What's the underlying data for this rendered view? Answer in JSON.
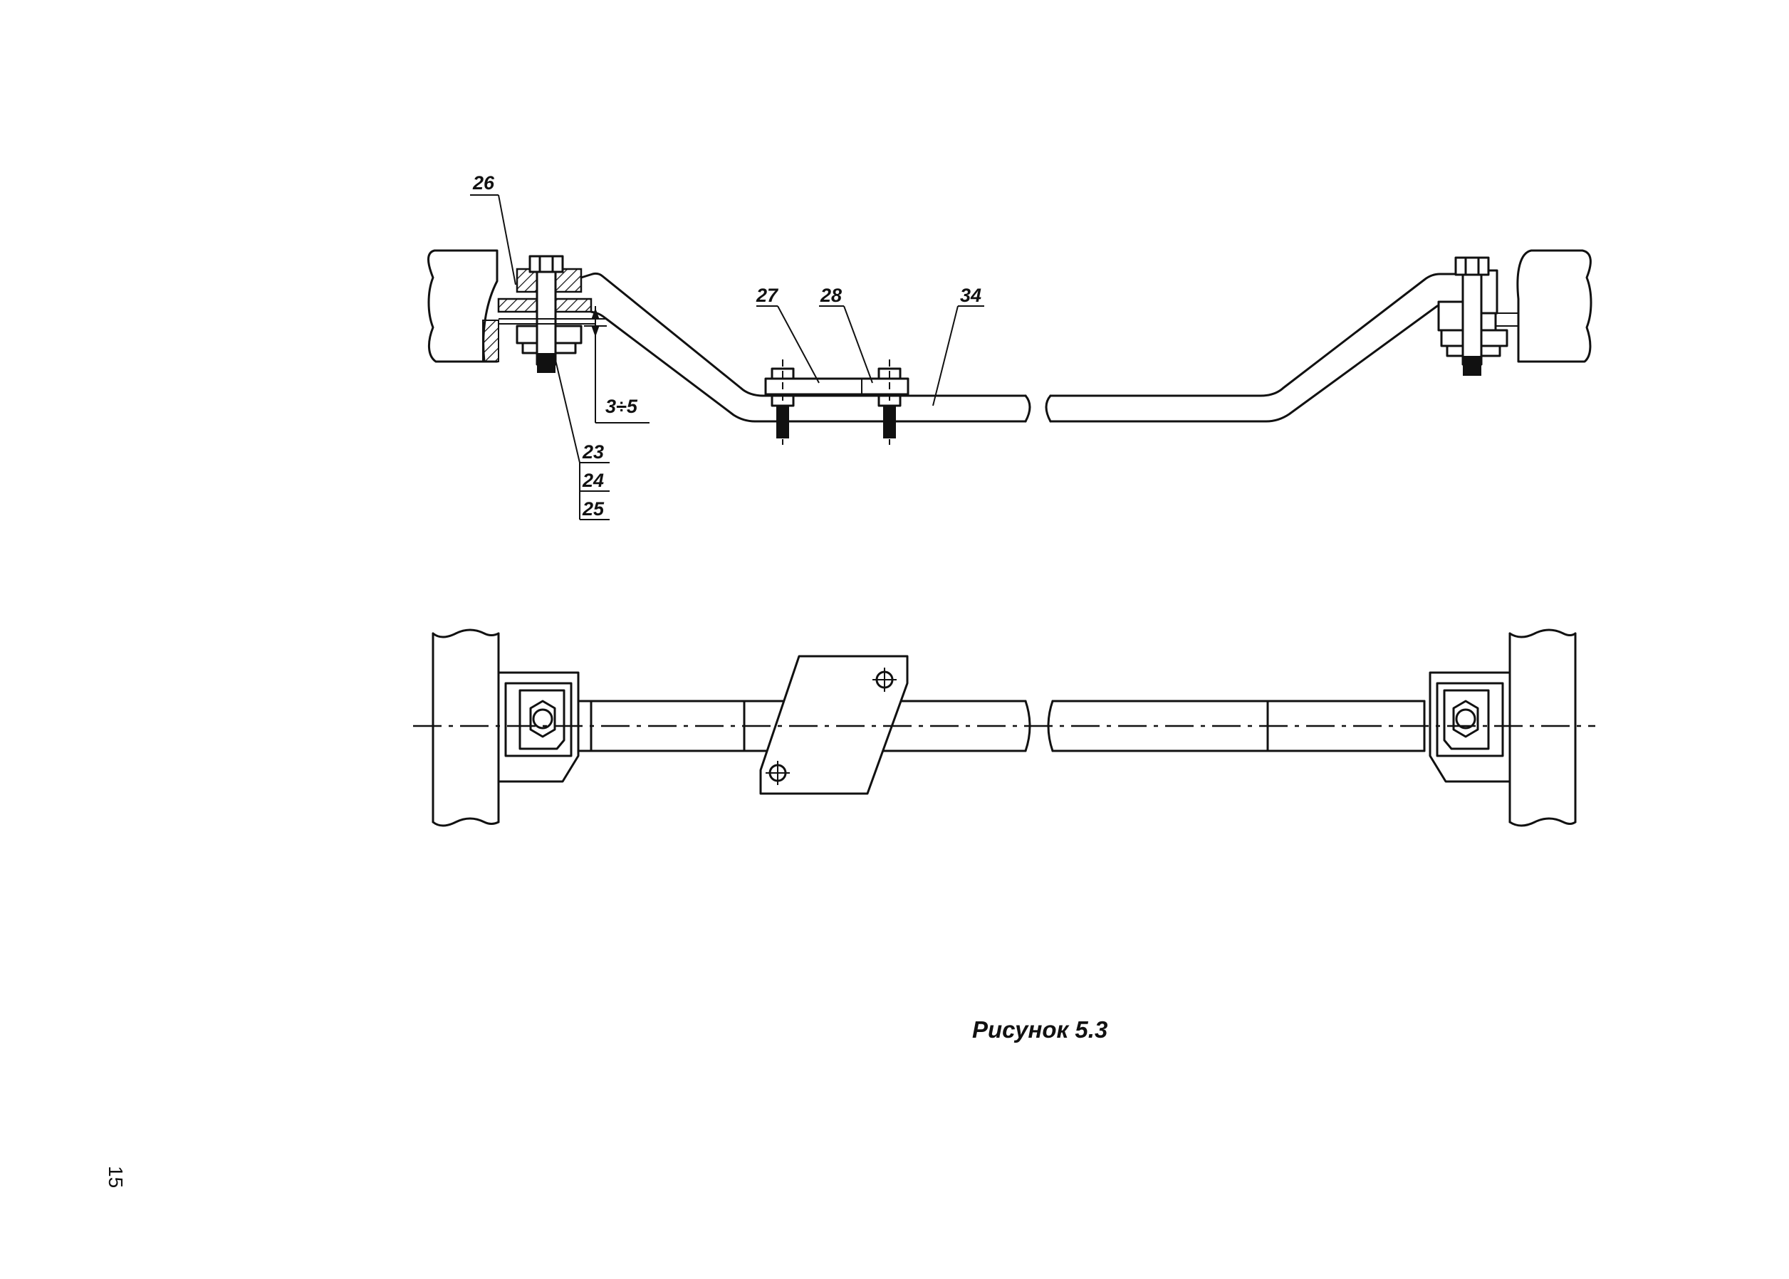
{
  "callouts": {
    "c26": "26",
    "c27": "27",
    "c28": "28",
    "c34": "34",
    "c23": "23",
    "c24": "24",
    "c25": "25"
  },
  "dimension": {
    "gap": "3÷5"
  },
  "caption": "Рисунок 5.3",
  "page_number": "15"
}
